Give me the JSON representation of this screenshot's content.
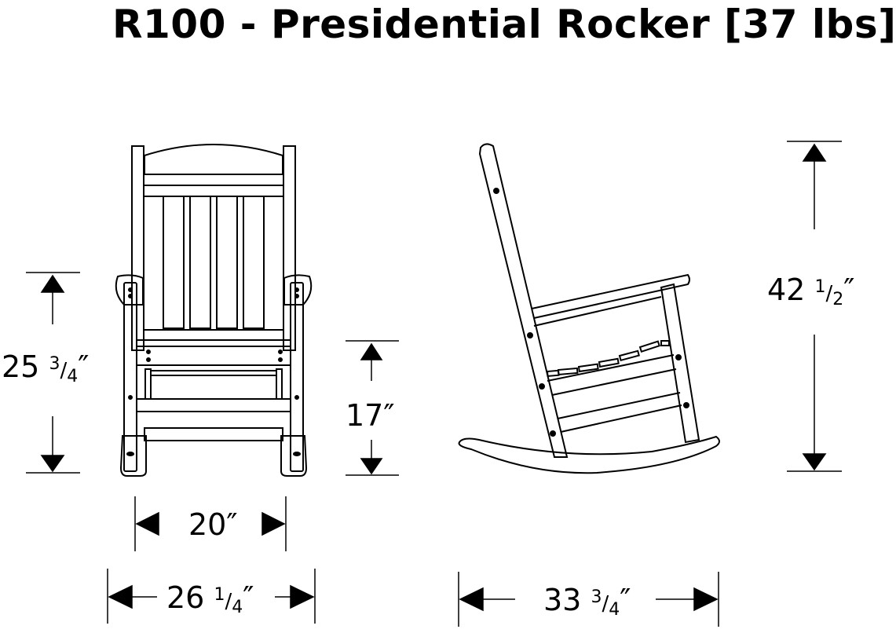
{
  "title": "R100 - Presidential Rocker [37 lbs]",
  "model": "R100",
  "product_name": "Presidential Rocker",
  "weight": "37 lbs",
  "views": [
    {
      "name": "front-view",
      "label": ""
    },
    {
      "name": "side-view",
      "label": ""
    }
  ],
  "dimensions": {
    "arm_height": {
      "whole": "25",
      "num": "3",
      "den": "4",
      "unit": "″",
      "text": "25 3/4\""
    },
    "seat_height": {
      "whole": "17",
      "unit": "″",
      "text": "17\""
    },
    "seat_width": {
      "whole": "20",
      "unit": "″",
      "text": "20\""
    },
    "overall_width": {
      "whole": "26",
      "num": "1",
      "den": "4",
      "unit": "″",
      "text": "26 1/4\""
    },
    "overall_depth": {
      "whole": "33",
      "num": "3",
      "den": "4",
      "unit": "″",
      "text": "33 3/4\""
    },
    "overall_height": {
      "whole": "42",
      "num": "1",
      "den": "2",
      "unit": "″",
      "text": "42 1/2\""
    }
  },
  "colors": {
    "line": "#000000",
    "background": "#ffffff"
  }
}
